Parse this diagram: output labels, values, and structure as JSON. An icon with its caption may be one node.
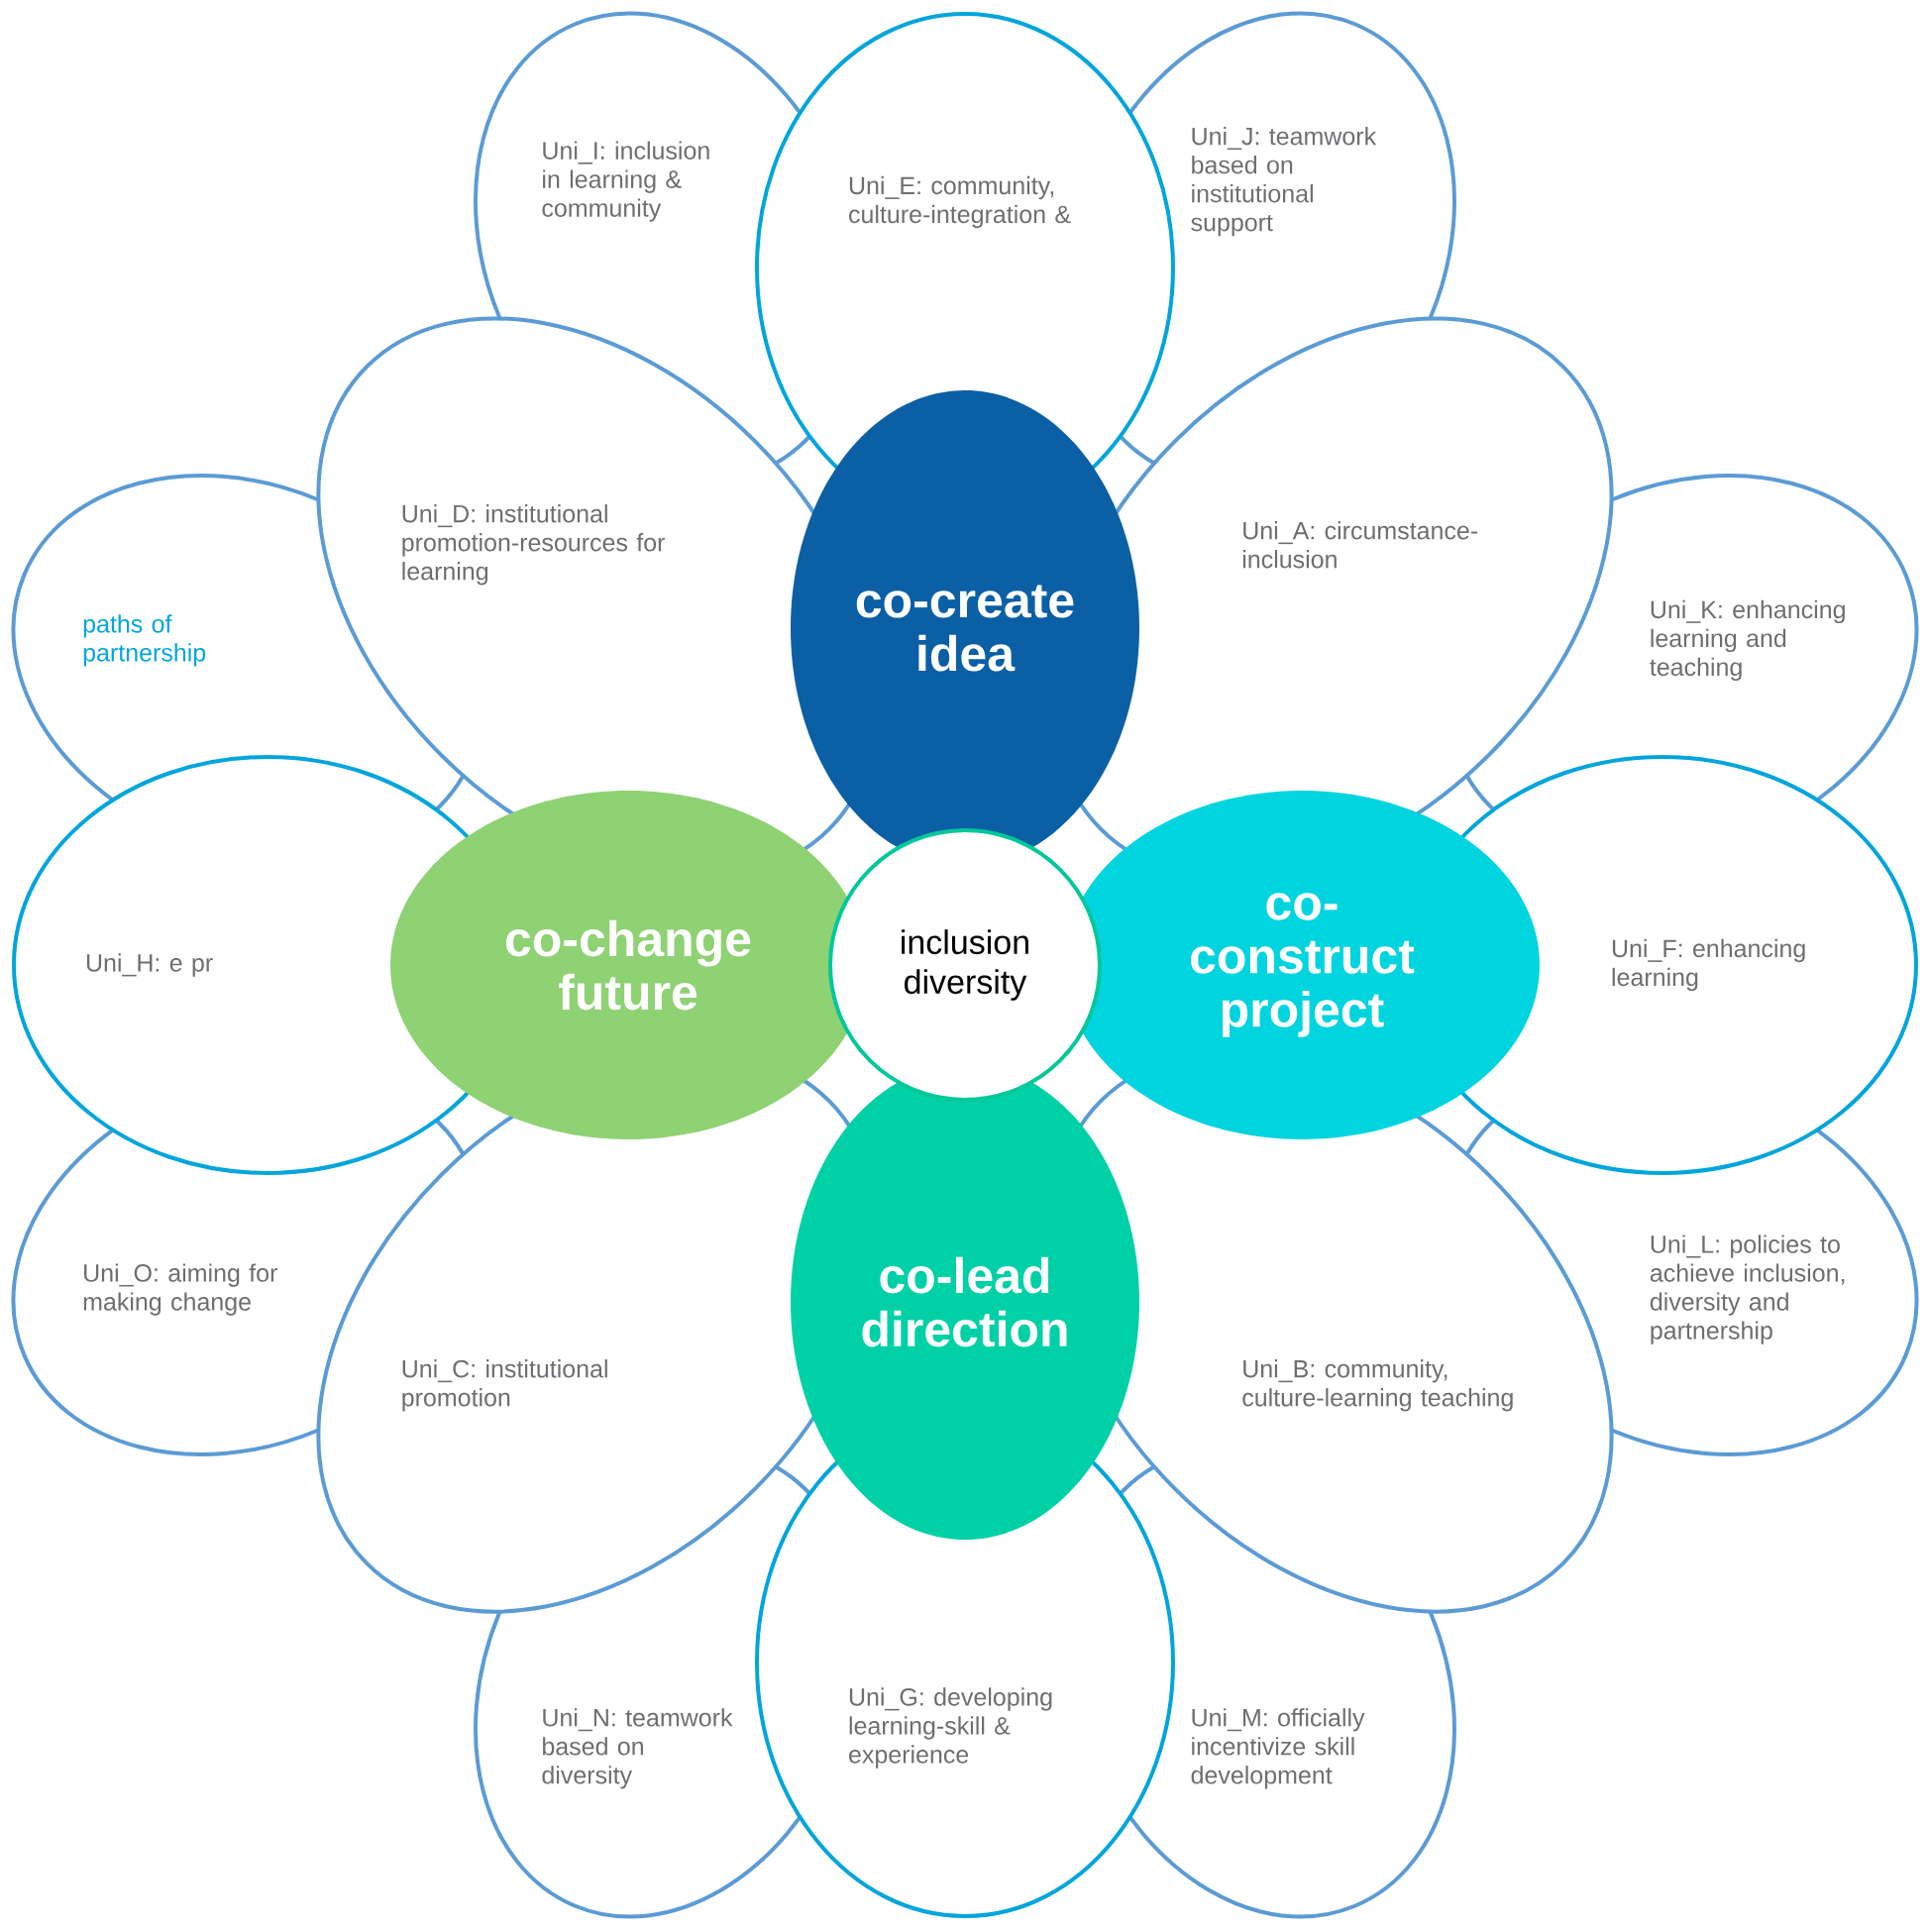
{
  "diagram": {
    "nodes": [
      {
        "text": [
          "Uni_A: circumstance-inclusion"
        ]
      },
      {
        "text": [
          "Uni_B: community, culture-learning teaching"
        ]
      },
      {
        "text": [
          "Uni_C: institutional promotion"
        ]
      },
      {
        "text": [
          "Uni_D: institutional promotion-resources for learning"
        ]
      },
      {
        "text": [
          "Uni_E: community, culture-integration &"
        ]
      },
      {
        "text": [
          "Uni_F: enhancing learning"
        ]
      },
      {
        "text": [
          "Uni_G: developing learning-skill & experience"
        ]
      },
      {
        "text": [
          "Uni_H: e pr"
        ]
      },
      {
        "text": [
          "Uni_I: inclusion in learning & community"
        ]
      },
      {
        "text": [
          "Uni_J: teamwork based on institutional support"
        ]
      },
      {
        "text": [
          "Uni_K: enhancing learning and teaching"
        ]
      },
      {
        "text": [
          "Uni_L: policies to achieve inclusion, diversity and partnership"
        ]
      },
      {
        "text": [
          "Uni_M: officially incentivize skill development"
        ]
      },
      {
        "text": [
          "Uni_N: teamwork based on diversity"
        ]
      },
      {
        "text": [
          "Uni_O: aiming for making change"
        ]
      },
      {
        "text": [
          "paths of partnership"
        ]
      },
      {
        "text": [
          "co-create idea"
        ]
      },
      {
        "text": [
          "co-construct project"
        ]
      },
      {
        "text": [
          "co-lead direction"
        ]
      },
      {
        "text": [
          "co-change future"
        ]
      },
      {
        "text": [
          "inclusion diversity"
        ]
      }
    ]
  }
}
